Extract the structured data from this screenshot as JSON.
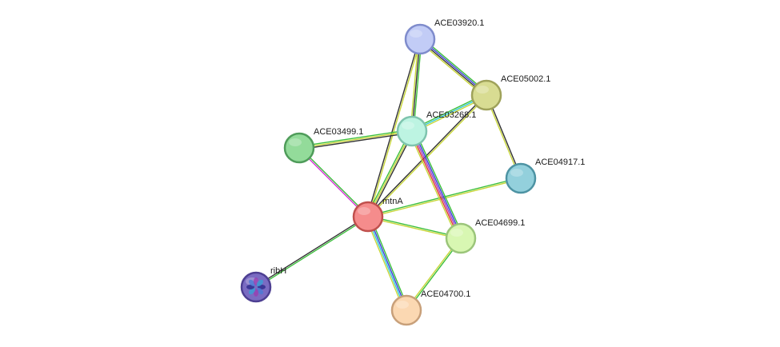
{
  "nodes": [
    {
      "id": "ACE03920.1",
      "label": "ACE03920.1",
      "color": "#c2ccf6",
      "stroke": "#7f8ccc"
    },
    {
      "id": "ACE05002.1",
      "label": "ACE05002.1",
      "color": "#d8dc92",
      "stroke": "#9fa25a"
    },
    {
      "id": "ACE03268.1",
      "label": "ACE03268.1",
      "color": "#bdf4e2",
      "stroke": "#7ec4ae"
    },
    {
      "id": "ACE03499.1",
      "label": "ACE03499.1",
      "color": "#93db9a",
      "stroke": "#4f9c5a"
    },
    {
      "id": "ACE04917.1",
      "label": "ACE04917.1",
      "color": "#93d0dc",
      "stroke": "#4d93a3"
    },
    {
      "id": "mtnA",
      "label": "mtnA",
      "color": "#f58c8c",
      "stroke": "#c0504d"
    },
    {
      "id": "ACE04699.1",
      "label": "ACE04699.1",
      "color": "#d8f7b2",
      "stroke": "#9bc57a"
    },
    {
      "id": "ribH",
      "label": "ribH",
      "color": "#7a6bc2",
      "stroke": "#4d3f92"
    },
    {
      "id": "ACE04700.1",
      "label": "ACE04700.1",
      "color": "#fbd8b2",
      "stroke": "#c8a07a"
    }
  ],
  "edge_colors": {
    "green": "#3cbf3c",
    "yellow": "#c8d63a",
    "black": "#333333",
    "blue": "#3b3bdb",
    "purple": "#a23fbf",
    "red": "#e03636",
    "magenta": "#d63ad6",
    "cyan": "#34c9d6"
  },
  "edges": [
    {
      "from": "mtnA",
      "to": "ribH",
      "channels": [
        "green",
        "black"
      ]
    },
    {
      "from": "mtnA",
      "to": "ACE03499.1",
      "channels": [
        "magenta",
        "green"
      ]
    },
    {
      "from": "mtnA",
      "to": "ACE03920.1",
      "channels": [
        "black",
        "yellow"
      ]
    },
    {
      "from": "mtnA",
      "to": "ACE03268.1",
      "channels": [
        "green",
        "yellow",
        "black"
      ]
    },
    {
      "from": "mtnA",
      "to": "ACE05002.1",
      "channels": [
        "black",
        "yellow"
      ]
    },
    {
      "from": "mtnA",
      "to": "ACE04917.1",
      "channels": [
        "green",
        "yellow"
      ]
    },
    {
      "from": "mtnA",
      "to": "ACE04699.1",
      "channels": [
        "green",
        "yellow"
      ]
    },
    {
      "from": "mtnA",
      "to": "ACE04700.1",
      "channels": [
        "green",
        "blue",
        "cyan",
        "yellow"
      ]
    },
    {
      "from": "ACE03499.1",
      "to": "ACE03268.1",
      "channels": [
        "green",
        "yellow",
        "black"
      ]
    },
    {
      "from": "ACE03920.1",
      "to": "ACE03268.1",
      "channels": [
        "green",
        "black",
        "yellow"
      ]
    },
    {
      "from": "ACE03920.1",
      "to": "ACE05002.1",
      "channels": [
        "green",
        "blue",
        "black",
        "yellow"
      ]
    },
    {
      "from": "ACE03268.1",
      "to": "ACE05002.1",
      "channels": [
        "green",
        "cyan",
        "yellow"
      ]
    },
    {
      "from": "ACE05002.1",
      "to": "ACE04917.1",
      "channels": [
        "black",
        "yellow"
      ]
    },
    {
      "from": "ACE03268.1",
      "to": "ACE04699.1",
      "channels": [
        "green",
        "blue",
        "purple",
        "red",
        "yellow"
      ]
    },
    {
      "from": "ACE04699.1",
      "to": "ACE04700.1",
      "channels": [
        "green",
        "yellow"
      ]
    }
  ]
}
